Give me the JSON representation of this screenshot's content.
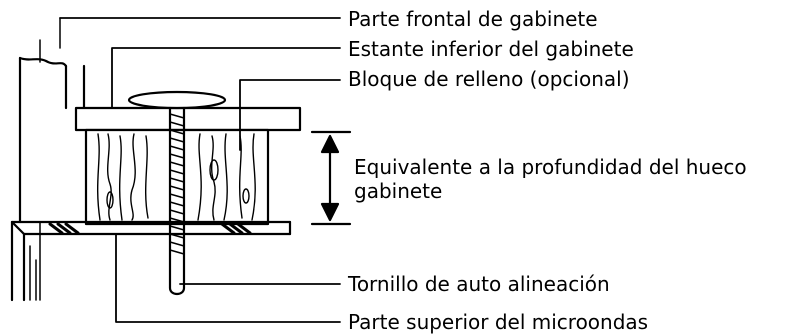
{
  "diagram": {
    "labels": {
      "cabinet_front": "Parte frontal de gabinete",
      "cabinet_bottom_shelf": "Estante inferior del gabinete",
      "filler_block": "Bloque de relleno (opcional)",
      "depth_line1": "Equivalente a la profundidad del hueco",
      "depth_line2": "gabinete",
      "self_aligning_screw": "Tornillo de auto alineación",
      "microwave_top": "Parte superior del microondas"
    },
    "colors": {
      "line": "#000000",
      "background": "#ffffff"
    }
  }
}
